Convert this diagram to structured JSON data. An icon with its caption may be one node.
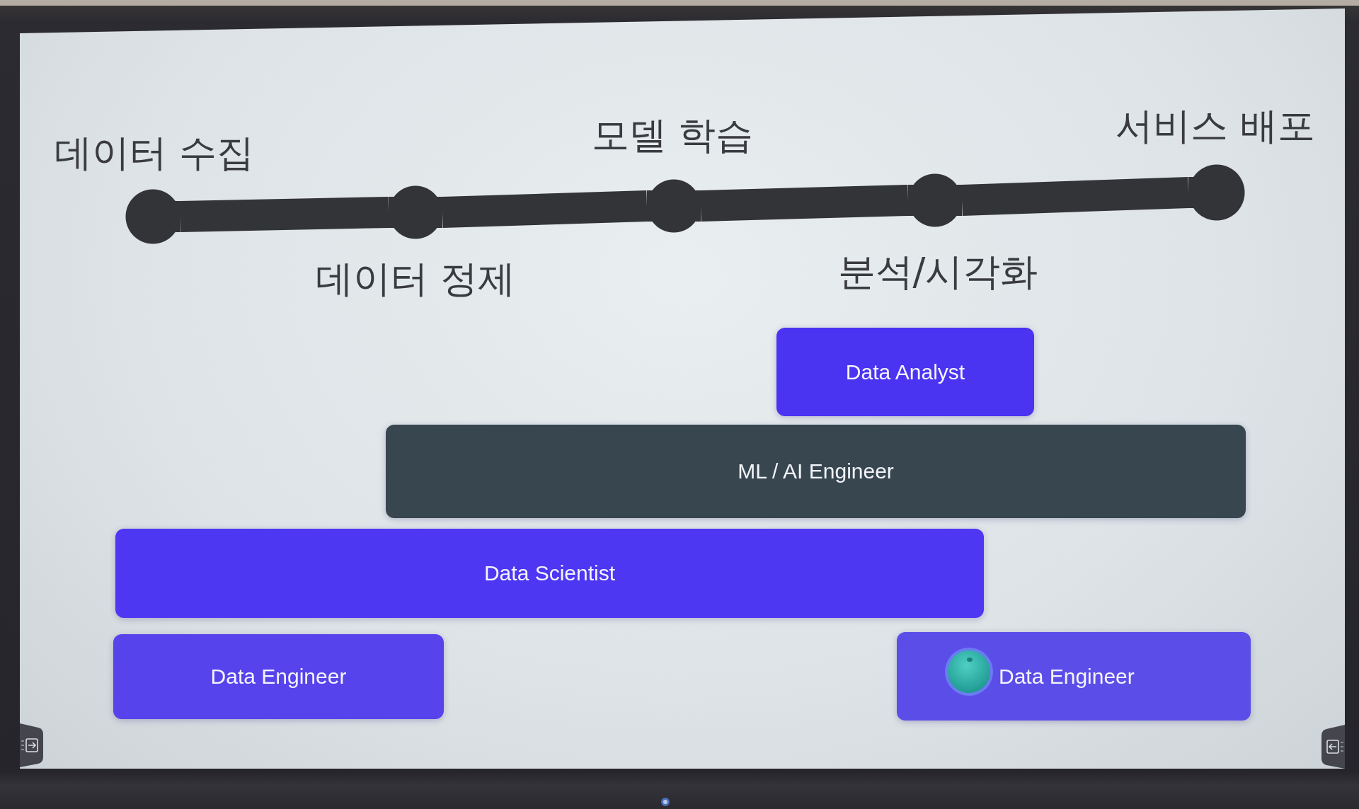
{
  "diagram": {
    "nodes": [
      {
        "text": [],
        "shape": "circle",
        "beside": [
          "데이터 수집"
        ]
      },
      {
        "text": [],
        "shape": "circle",
        "beside": [
          "데이터 정제"
        ]
      },
      {
        "text": [],
        "shape": "circle",
        "beside": [
          "모델 학습"
        ]
      },
      {
        "text": [],
        "shape": "circle",
        "beside": [
          "분석/시각화"
        ]
      },
      {
        "text": [],
        "shape": "circle",
        "beside": [
          "서비스 배포"
        ]
      },
      {
        "text": [
          "Data Analyst"
        ]
      },
      {
        "text": [
          "ML / AI Engineer"
        ]
      },
      {
        "text": [
          "Data Scientist"
        ]
      },
      {
        "text": [
          "Data Engineer"
        ]
      },
      {
        "text": [
          "Data Engineer"
        ]
      }
    ],
    "edges": [
      {
        "from": 0,
        "to": 1,
        "arrow": "none"
      },
      {
        "from": 1,
        "to": 2,
        "arrow": "none"
      },
      {
        "from": 2,
        "to": 3,
        "arrow": "none"
      },
      {
        "from": 3,
        "to": 4,
        "arrow": "none"
      }
    ]
  }
}
